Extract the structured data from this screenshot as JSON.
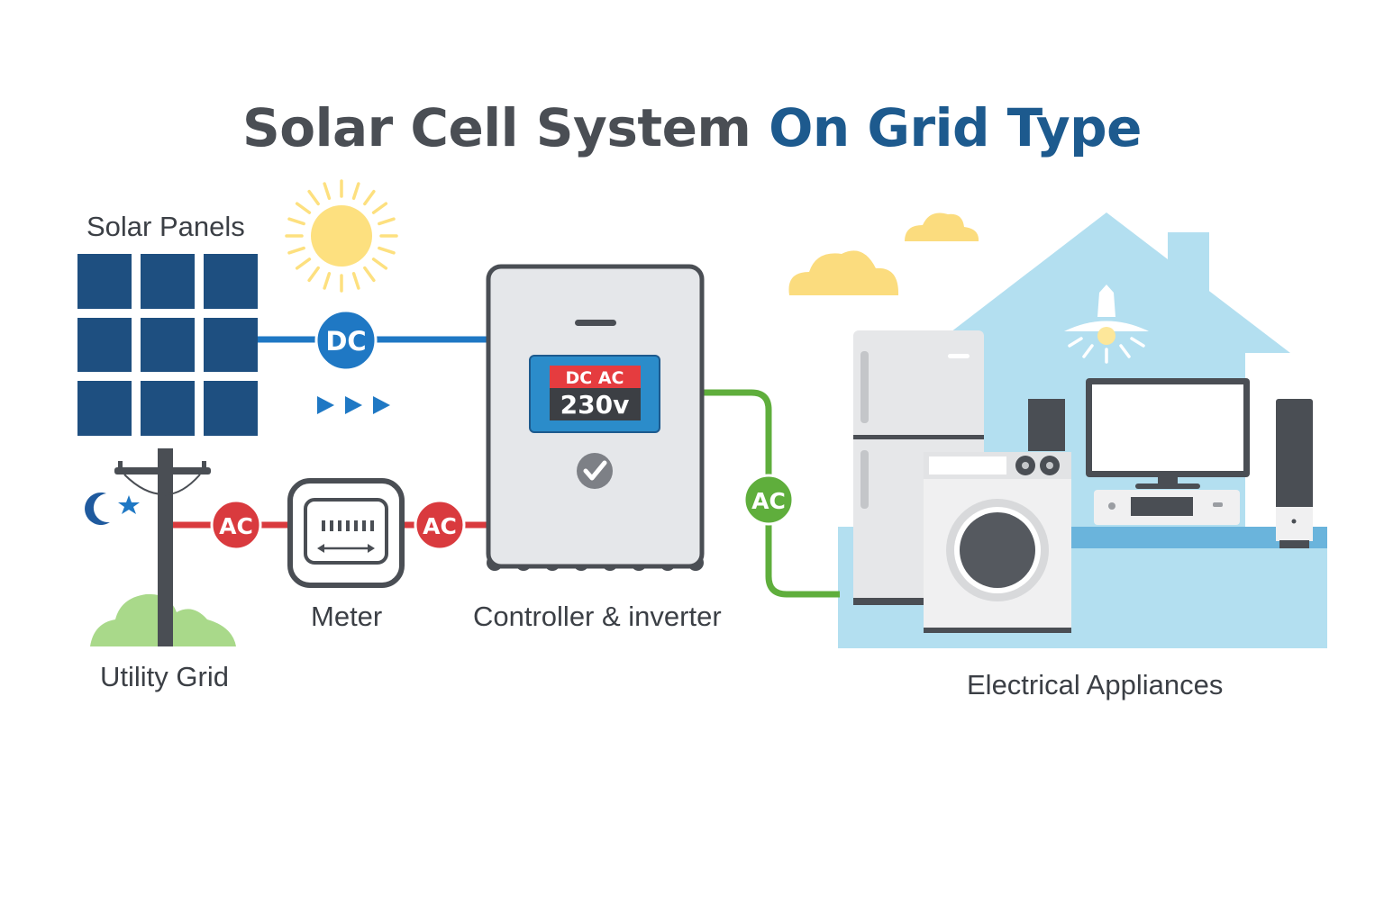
{
  "title": {
    "part1": "Solar Cell System",
    "part2": "On Grid Type"
  },
  "labels": {
    "solar_panels": "Solar Panels",
    "meter": "Meter",
    "controller": "Controller & inverter",
    "utility_grid": "Utility Grid",
    "appliances": "Electrical Appliances"
  },
  "badges": {
    "dc": "DC",
    "ac_grid": "AC",
    "ac_meter": "AC",
    "ac_out": "AC"
  },
  "inverter_screen": {
    "mode": "DC AC",
    "voltage": "230v"
  },
  "icons": [
    "sun-icon",
    "cloud-icon",
    "moon-icon",
    "star-icon",
    "utility-pole-icon",
    "check-icon",
    "arrow-icon",
    "light-bulb-icon",
    "house-icon"
  ],
  "colors": {
    "dc_line": "#1f78c4",
    "ac_line": "#d93a3e",
    "ac_out_line": "#5fae3c",
    "panel": "#1e4f80",
    "house": "#b3dff0",
    "title_accent": "#1d5a8e"
  }
}
